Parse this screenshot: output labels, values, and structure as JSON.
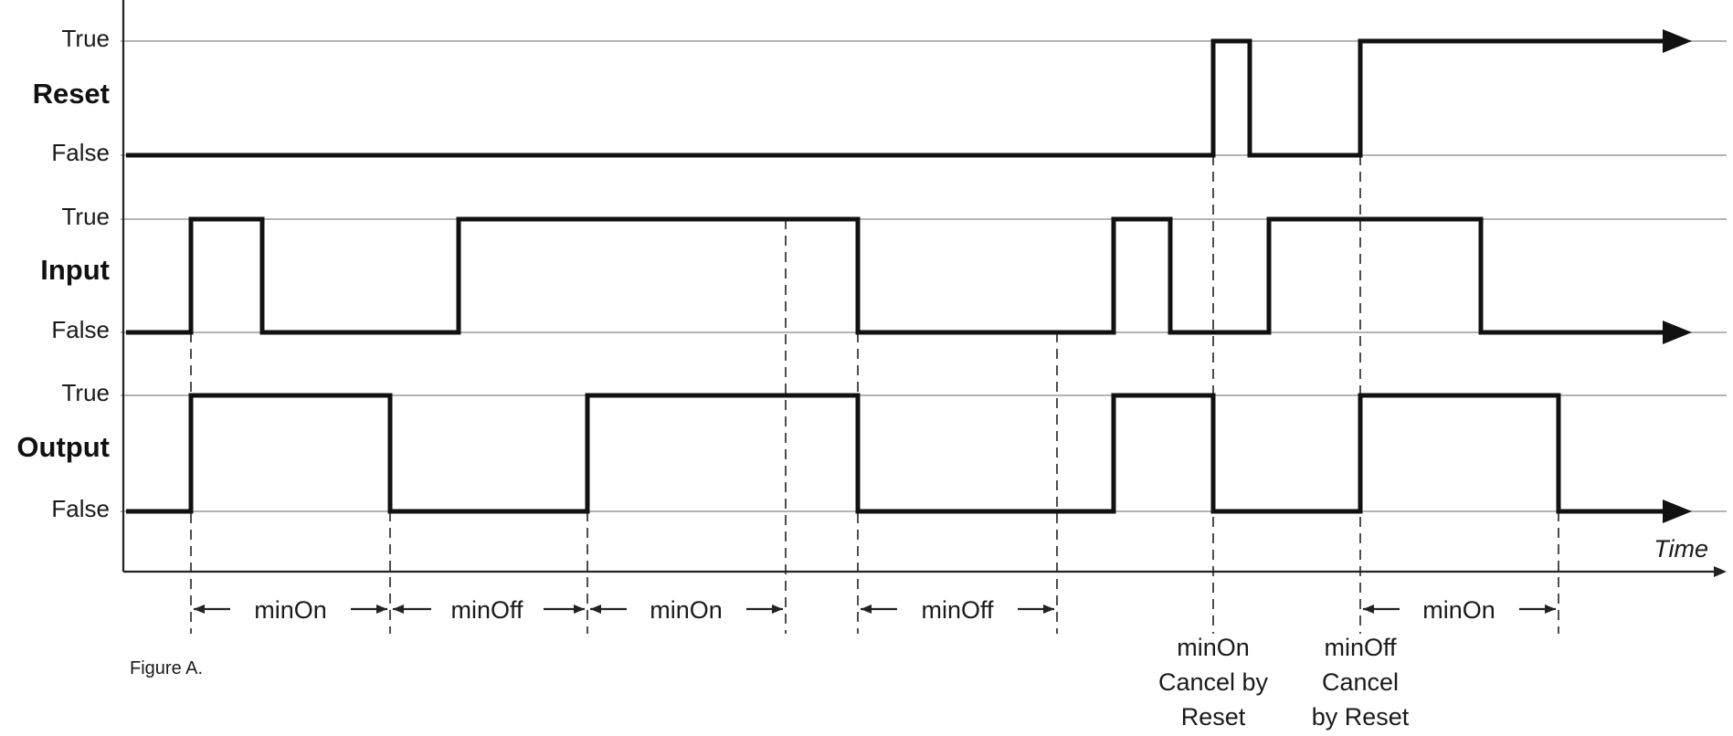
{
  "level_labels": {
    "true": "True",
    "false": "False"
  },
  "signals": [
    {
      "key": "reset",
      "name": "Reset"
    },
    {
      "key": "input",
      "name": "Input"
    },
    {
      "key": "output",
      "name": "Output"
    }
  ],
  "axis_label": "Time",
  "intervals": [
    {
      "label": "minOn"
    },
    {
      "label": "minOff"
    },
    {
      "label": "minOn"
    },
    {
      "label": "minOff"
    },
    {
      "label": "minOn"
    }
  ],
  "cancel_notes": [
    {
      "lines": [
        "minOn",
        "Cancel by",
        "Reset"
      ]
    },
    {
      "lines": [
        "minOff",
        "Cancel",
        "by Reset"
      ]
    }
  ],
  "caption": "Figure A."
}
